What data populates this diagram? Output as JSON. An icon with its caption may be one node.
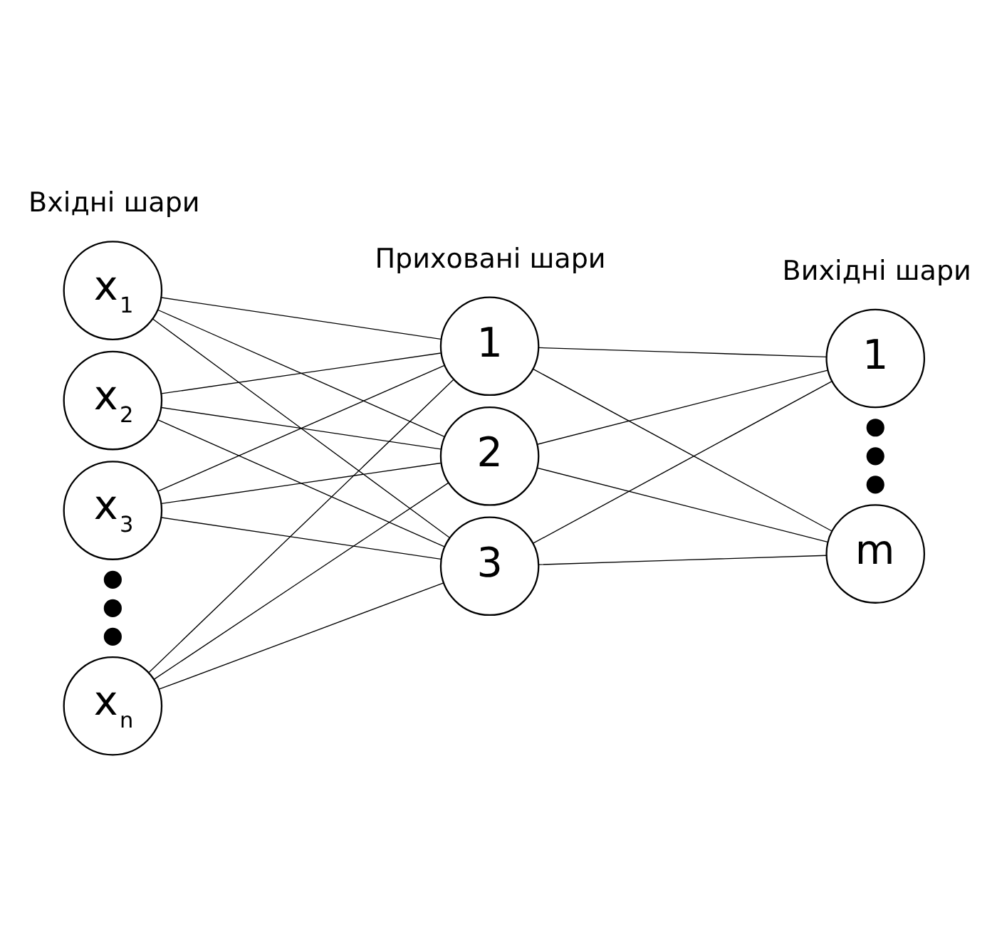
{
  "diagram": {
    "nodes": [
      {
        "text": [
          "x$_{1}$"
        ]
      },
      {
        "text": [
          "x$_{2}$"
        ]
      },
      {
        "text": [
          "x$_{3}$"
        ]
      },
      {
        "text": [],
        "shape": "dot"
      },
      {
        "text": [],
        "shape": "dot"
      },
      {
        "text": [],
        "shape": "dot"
      },
      {
        "text": [
          "x$_{n}$"
        ]
      },
      {
        "text": [
          "1"
        ]
      },
      {
        "text": [
          "2"
        ]
      },
      {
        "text": [
          "3"
        ]
      },
      {
        "text": [
          "1"
        ]
      },
      {
        "text": [],
        "shape": "dot"
      },
      {
        "text": [],
        "shape": "dot"
      },
      {
        "text": [],
        "shape": "dot"
      },
      {
        "text": [
          "m"
        ]
      }
    ],
    "edges": [
      {
        "from": 0,
        "to": 7,
        "arrow": "none"
      },
      {
        "from": 0,
        "to": 8,
        "arrow": "none"
      },
      {
        "from": 0,
        "to": 9,
        "arrow": "none"
      },
      {
        "from": 1,
        "to": 7,
        "arrow": "none"
      },
      {
        "from": 1,
        "to": 8,
        "arrow": "none"
      },
      {
        "from": 1,
        "to": 9,
        "arrow": "none"
      },
      {
        "from": 2,
        "to": 7,
        "arrow": "none"
      },
      {
        "from": 2,
        "to": 8,
        "arrow": "none"
      },
      {
        "from": 2,
        "to": 9,
        "arrow": "none"
      },
      {
        "from": 6,
        "to": 7,
        "arrow": "none"
      },
      {
        "from": 6,
        "to": 8,
        "arrow": "none"
      },
      {
        "from": 6,
        "to": 9,
        "arrow": "none"
      },
      {
        "from": 7,
        "to": 10,
        "arrow": "none"
      },
      {
        "from": 7,
        "to": 14,
        "arrow": "none"
      },
      {
        "from": 8,
        "to": 10,
        "arrow": "none"
      },
      {
        "from": 8,
        "to": 14,
        "arrow": "none"
      },
      {
        "from": 9,
        "to": 10,
        "arrow": "none"
      },
      {
        "from": 9,
        "to": 14,
        "arrow": "none"
      }
    ],
    "labels": [
      "Вхідні шари",
      "Приховані шари",
      "Вихідні шари"
    ]
  }
}
